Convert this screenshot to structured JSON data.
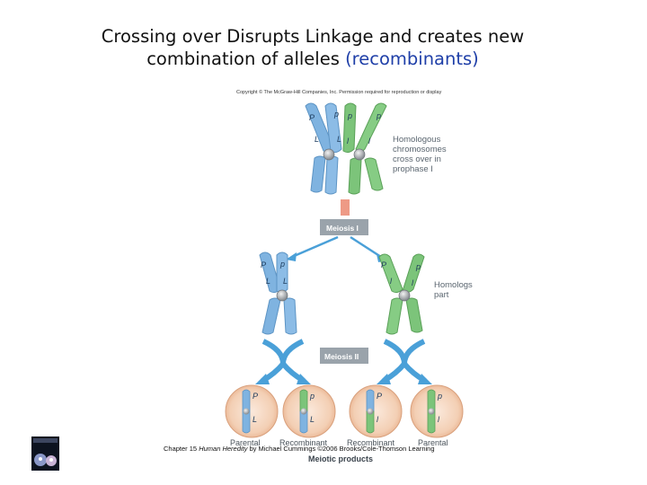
{
  "title": {
    "line1": "Crossing over Disrupts Linkage and  creates new",
    "line2_prefix": "combination of alleles ",
    "line2_highlight": "(recombinants)"
  },
  "copyright": "Copyright © The McGraw-Hill Companies, Inc. Permission required for reproduction or display",
  "labels": {
    "cross_over": [
      "Homologous",
      "chromosomes",
      "cross over in",
      "prophase I"
    ],
    "homologs": [
      "Homologs",
      "part"
    ],
    "meiosis1": "Meiosis I",
    "meiosis2": "Meiosis II",
    "meiotic_products": "Meiotic products"
  },
  "products": [
    {
      "label": "Parental",
      "allele1": "P",
      "allele2": "L"
    },
    {
      "label": "Recombinant",
      "allele1": "p",
      "allele2": "L"
    },
    {
      "label": "Recombinant",
      "allele1": "P",
      "allele2": "l"
    },
    {
      "label": "Parental",
      "allele1": "p",
      "allele2": "l"
    }
  ],
  "footer": {
    "prefix": "Chapter 15 ",
    "book": "Human Heredity",
    "suffix": " by Michael Cummings ©2006 Brooks/Cole-Thomson Learning"
  },
  "colors": {
    "blue_chromosome": "#7fb3e0",
    "green_chromosome": "#7cc47a",
    "arrow_blue": "#4aa0d8",
    "meiosis_box": "#9aa3ab",
    "salmon_arrow": "#ee9a86"
  }
}
